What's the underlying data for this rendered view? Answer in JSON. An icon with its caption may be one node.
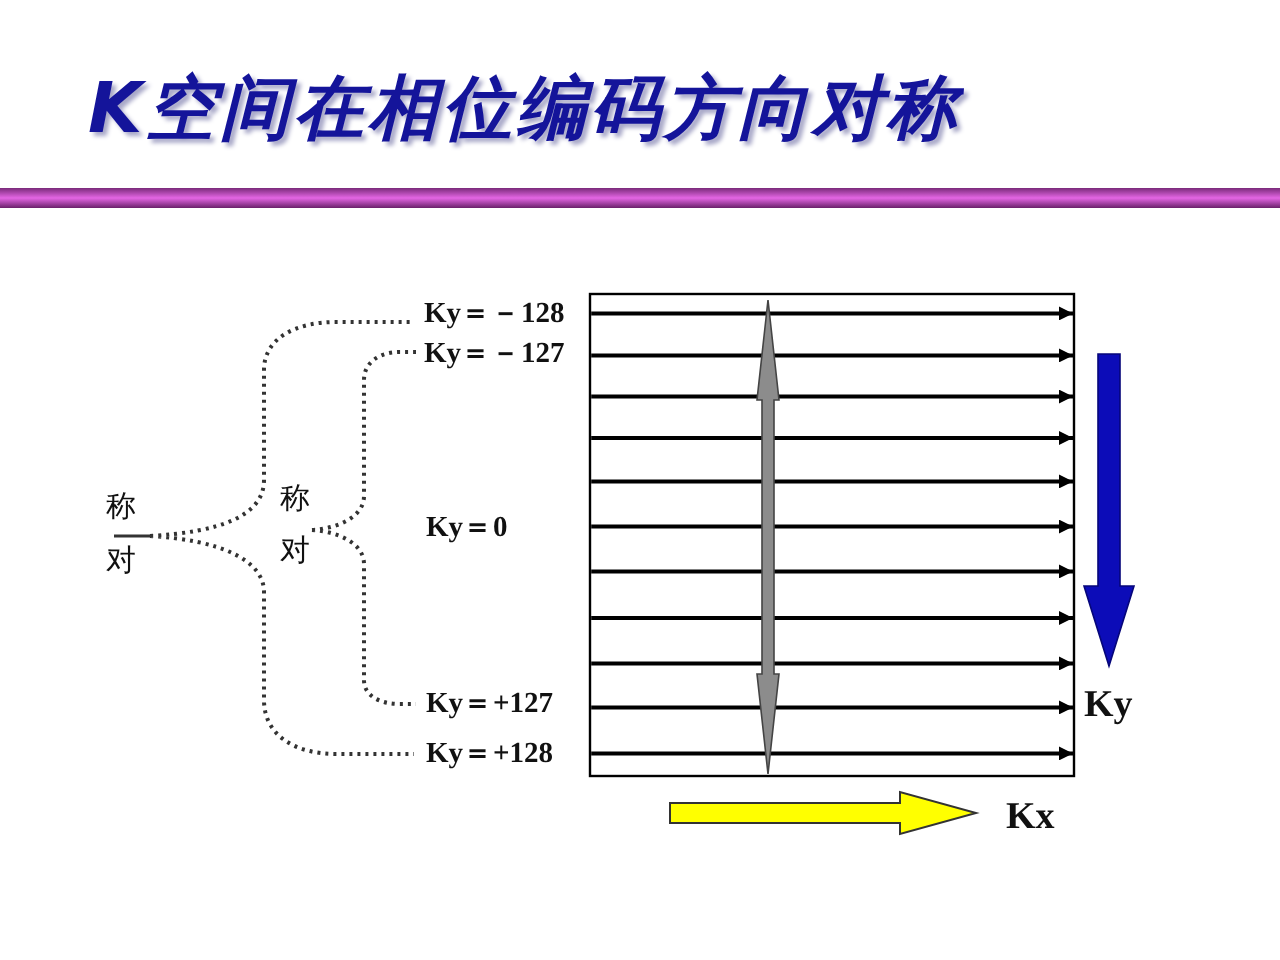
{
  "diagram": {
    "title": "K空间在相位编码方向对称",
    "labels": [
      "Ky＝－128",
      "Ky＝－127",
      "称对",
      "称对",
      "Ky＝0",
      "Ky＝+127",
      "Ky",
      "Ky＝+128",
      "Kx"
    ]
  }
}
